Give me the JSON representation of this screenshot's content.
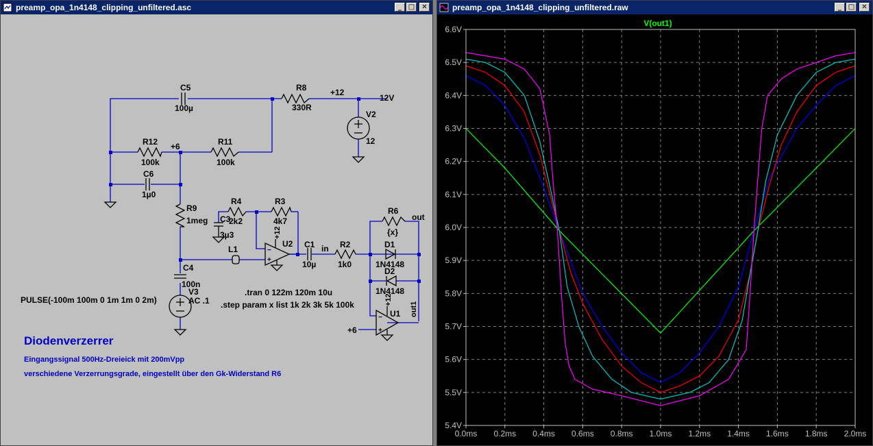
{
  "schematic_window": {
    "title": "preamp_opa_1n4148_clipping_unfiltered.asc",
    "components": {
      "C5": {
        "name": "C5",
        "value": "100µ"
      },
      "R8": {
        "name": "R8",
        "value": "330R"
      },
      "R12": {
        "name": "R12",
        "value": "100k"
      },
      "R11": {
        "name": "R11",
        "value": "100k"
      },
      "C6": {
        "name": "C6",
        "value": "1µ0"
      },
      "R9": {
        "name": "R9",
        "value": "1meg"
      },
      "R4": {
        "name": "R4",
        "value": "2k2"
      },
      "R3": {
        "name": "R3",
        "value": "4k7"
      },
      "C3": {
        "name": "C3",
        "value": "3µ3"
      },
      "L1": {
        "name": "L1"
      },
      "U2": {
        "name": "U2",
        "supply": "+12"
      },
      "C1": {
        "name": "C1",
        "value": "10µ"
      },
      "R2": {
        "name": "R2",
        "value": "1k0"
      },
      "R6": {
        "name": "R6",
        "value": "{x}"
      },
      "D1": {
        "name": "D1",
        "value": "1N4148"
      },
      "D2": {
        "name": "D2",
        "value": "1N4148"
      },
      "U1": {
        "name": "U1",
        "supply": "+12"
      },
      "C4": {
        "name": "C4",
        "value": "100n"
      },
      "V3": {
        "name": "V3",
        "value": "AC .1"
      },
      "V2": {
        "name": "V2",
        "value": "12"
      }
    },
    "net_labels": {
      "plus12": "+12",
      "twelve_v": "12V",
      "plus6": "+6",
      "plus6_u1": "+6",
      "in": "in",
      "out": "out",
      "out1": "out1"
    },
    "pulse_spec": "PULSE(-100m 100m 0 1m 1m 0 2m)",
    "directives": [
      ".tran 0 122m 120m 10u",
      ".step param x list 1k 2k 3k  5k 100k"
    ],
    "heading": "Diodenverzerrer",
    "notes": [
      "Eingangssignal 500Hz-Dreieick mit 200mVpp",
      "verschiedene Verzerrungsgrade, eingestellt über den Gk-Widerstand R6"
    ],
    "buttons": {
      "minimize": "_",
      "maximize": "□",
      "close": "✕"
    }
  },
  "waveform_window": {
    "title": "preamp_opa_1n4148_clipping_unfiltered.raw",
    "buttons": {
      "minimize": "_",
      "maximize": "□",
      "close": "✕"
    }
  },
  "chart_data": {
    "type": "line",
    "title": "V(out1)",
    "xlabel": "",
    "ylabel": "",
    "x_ticks": [
      "0.0ms",
      "0.2ms",
      "0.4ms",
      "0.6ms",
      "0.8ms",
      "1.0ms",
      "1.2ms",
      "1.4ms",
      "1.6ms",
      "1.8ms",
      "2.0ms"
    ],
    "y_ticks": [
      "5.4V",
      "5.5V",
      "5.6V",
      "5.7V",
      "5.8V",
      "5.9V",
      "6.0V",
      "6.1V",
      "6.2V",
      "6.3V",
      "6.4V",
      "6.5V",
      "6.6V"
    ],
    "xlim": [
      0,
      2.0
    ],
    "ylim": [
      5.4,
      6.6
    ],
    "grid": true,
    "background": "#000000",
    "series": [
      {
        "color": "#00ff00",
        "x": [
          0,
          0.2,
          0.48,
          1.0,
          1.48,
          1.8,
          2.0
        ],
        "y": [
          6.3,
          6.18,
          5.99,
          5.68,
          5.99,
          6.18,
          6.3
        ]
      },
      {
        "color": "#0000ff",
        "x": [
          0,
          0.1,
          0.2,
          0.3,
          0.4,
          0.48,
          0.6,
          0.7,
          0.8,
          0.9,
          1.0,
          1.1,
          1.2,
          1.3,
          1.4,
          1.48,
          1.56,
          1.7,
          1.8,
          1.9,
          2.0
        ],
        "y": [
          6.46,
          6.43,
          6.37,
          6.27,
          6.12,
          5.99,
          5.8,
          5.7,
          5.62,
          5.56,
          5.53,
          5.56,
          5.62,
          5.7,
          5.82,
          5.99,
          6.15,
          6.3,
          6.37,
          6.43,
          6.46
        ]
      },
      {
        "color": "#ff0000",
        "x": [
          0,
          0.1,
          0.2,
          0.3,
          0.38,
          0.44,
          0.48,
          0.54,
          0.6,
          0.7,
          0.8,
          0.9,
          1.0,
          1.1,
          1.2,
          1.3,
          1.4,
          1.46,
          1.5,
          1.56,
          1.62,
          1.7,
          1.8,
          1.9,
          2.0
        ],
        "y": [
          6.49,
          6.47,
          6.43,
          6.35,
          6.22,
          6.08,
          5.99,
          5.86,
          5.77,
          5.66,
          5.58,
          5.53,
          5.5,
          5.52,
          5.55,
          5.61,
          5.72,
          5.86,
          5.99,
          6.13,
          6.25,
          6.35,
          6.43,
          6.47,
          6.49
        ]
      },
      {
        "color": "#00c8c8",
        "x": [
          0,
          0.1,
          0.2,
          0.3,
          0.38,
          0.44,
          0.48,
          0.52,
          0.58,
          0.65,
          0.75,
          0.85,
          1.0,
          1.15,
          1.25,
          1.35,
          1.42,
          1.46,
          1.5,
          1.54,
          1.6,
          1.7,
          1.8,
          1.9,
          2.0
        ],
        "y": [
          6.51,
          6.5,
          6.47,
          6.4,
          6.26,
          6.1,
          5.99,
          5.82,
          5.7,
          5.61,
          5.54,
          5.5,
          5.48,
          5.5,
          5.53,
          5.6,
          5.72,
          5.86,
          5.99,
          6.14,
          6.28,
          6.4,
          6.47,
          6.5,
          6.51
        ]
      },
      {
        "color": "#ff00ff",
        "x": [
          0,
          0.1,
          0.2,
          0.3,
          0.38,
          0.43,
          0.45,
          0.47,
          0.49,
          0.51,
          0.53,
          0.56,
          0.65,
          0.8,
          1.0,
          1.2,
          1.35,
          1.44,
          1.46,
          1.48,
          1.5,
          1.52,
          1.55,
          1.62,
          1.7,
          1.8,
          1.9,
          2.0
        ],
        "y": [
          6.53,
          6.52,
          6.51,
          6.48,
          6.42,
          6.28,
          6.12,
          5.99,
          5.8,
          5.65,
          5.58,
          5.54,
          5.51,
          5.49,
          5.46,
          5.49,
          5.54,
          5.63,
          5.8,
          5.99,
          6.15,
          6.3,
          6.4,
          6.45,
          6.48,
          6.5,
          6.52,
          6.53
        ]
      }
    ]
  }
}
